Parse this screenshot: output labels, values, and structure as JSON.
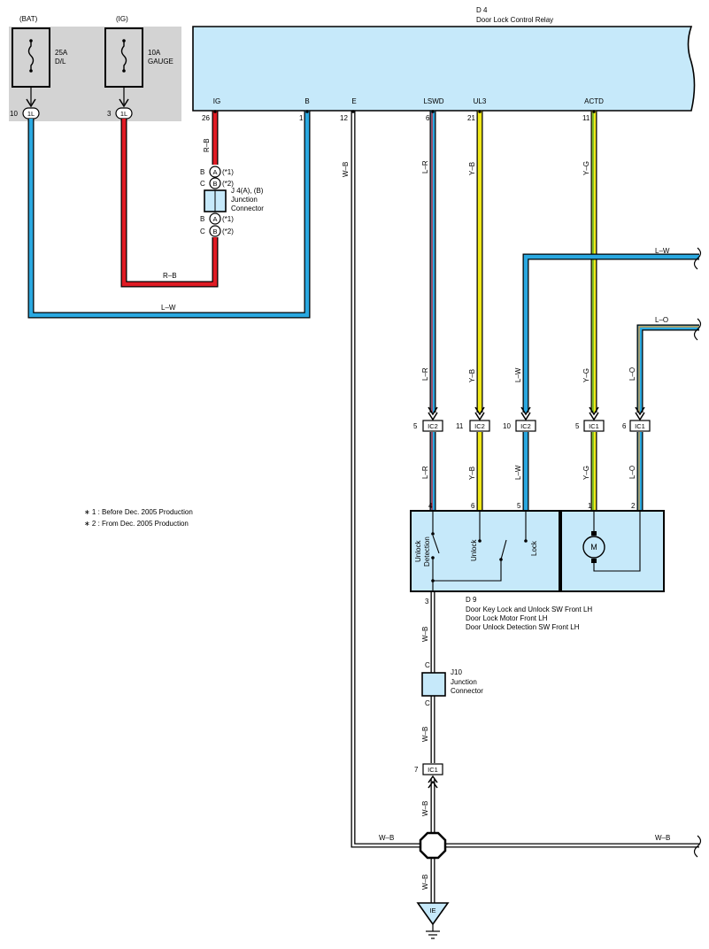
{
  "power": {
    "bat": {
      "source": "(BAT)",
      "rating": "25A",
      "name": "D/L",
      "pin": "10",
      "connector": "1L"
    },
    "ig": {
      "source": "(IG)",
      "rating": "10A",
      "name": "GAUGE",
      "pin": "3",
      "connector": "1L"
    }
  },
  "relay": {
    "id": "D 4",
    "name": "Door Lock Control Relay",
    "terminals": [
      {
        "label": "IG",
        "pin": "26"
      },
      {
        "label": "B",
        "pin": "1"
      },
      {
        "label": "E",
        "pin": "12"
      },
      {
        "label": "LSWD",
        "pin": "6"
      },
      {
        "label": "UL3",
        "pin": "21"
      },
      {
        "label": "ACTD",
        "pin": "11"
      }
    ]
  },
  "junction_j4": {
    "id": "J 4(A), (B)",
    "name_line1": "Junction",
    "name_line2": "Connector",
    "top_a": {
      "side": "B",
      "code": "A",
      "note": "(*1)"
    },
    "top_b": {
      "side": "C",
      "code": "B",
      "note": "(*2)"
    },
    "bot_a": {
      "side": "B",
      "code": "A",
      "note": "(*1)"
    },
    "bot_b": {
      "side": "C",
      "code": "B",
      "note": "(*2)"
    }
  },
  "wire_labels": {
    "ig_rb": "R–B",
    "ig_bottom_rb": "R–B",
    "b_lw": "L–W",
    "e_wb": "W–B",
    "lswd_lr": "L–R",
    "ul3_yb": "Y–B",
    "actd_yg": "Y–G",
    "ext_lw": "L–W",
    "ext_lo": "L–O",
    "lr2": "L–R",
    "yb2": "Y–B",
    "lw2": "L–W",
    "yg2": "Y–G",
    "lo2": "L–O",
    "lr3": "L–R",
    "yb3": "Y–B",
    "lw3": "L–W",
    "yg3": "Y–G",
    "lo3": "L–O",
    "wb_d9": "W–B",
    "wb_j10": "W–B",
    "wb_ic1": "W–B",
    "wb_left": "W–B",
    "wb_right": "W–B",
    "wb_ground": "W–B"
  },
  "inline_connectors": [
    {
      "pin": "5",
      "code": "IC2"
    },
    {
      "pin": "11",
      "code": "IC2"
    },
    {
      "pin": "10",
      "code": "IC2"
    },
    {
      "pin": "5",
      "code": "IC1"
    },
    {
      "pin": "6",
      "code": "IC1"
    }
  ],
  "notes": {
    "n1": "∗ 1 : Before Dec.  2005 Production",
    "n2": "∗ 2 : From Dec.  2005 Production"
  },
  "switch_d9": {
    "id": "D 9",
    "line1": "Door Key Lock and Unlock SW Front LH",
    "line2": "Door Lock Motor Front LH",
    "line3": "Door Unlock Detection SW Front LH",
    "pins": [
      "4",
      "6",
      "5",
      "1",
      "2"
    ],
    "bottom_pin": "3",
    "label_unlock_detection_1": "Unlock",
    "label_unlock_detection_2": "Detection",
    "label_unlock": "Unlock",
    "label_lock": "Lock",
    "motor": "M"
  },
  "junction_j10": {
    "id": "J10",
    "name_line1": "Junction",
    "name_line2": "Connector",
    "pin_top": "C",
    "pin_bottom": "C"
  },
  "ic1_bottom": {
    "pin": "7",
    "code": "IC1"
  },
  "ground": {
    "code": "IE"
  },
  "colors": {
    "blue": "#2aa8e0",
    "red": "#e01b24",
    "yellow": "#f0e81a",
    "green": "#3aa83a",
    "orange": "#f29a2e",
    "box_fill": "#c6e9fa",
    "fuse_panel": "#d3d3d3"
  }
}
